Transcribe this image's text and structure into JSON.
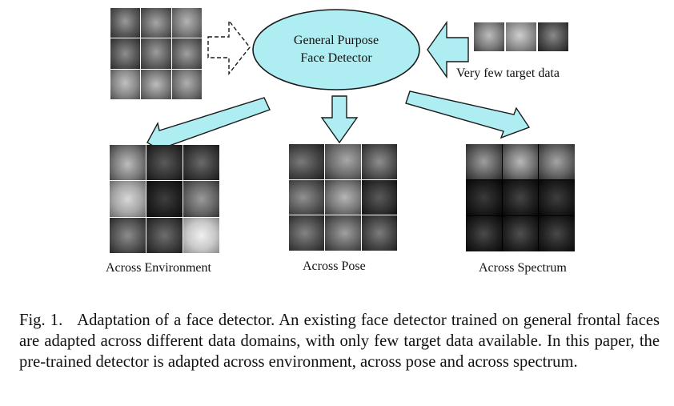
{
  "figure": {
    "center_node": {
      "line1": "General Purpose",
      "line2": "Face Detector"
    },
    "target_label": "Very few target data",
    "outputs": [
      {
        "label": "Across Environment"
      },
      {
        "label": "Across Pose"
      },
      {
        "label": "Across Spectrum"
      }
    ],
    "colors": {
      "ellipse_fill": "#aeeef2",
      "arrow_fill": "#aeeef2",
      "outline": "#1a1a1a"
    }
  },
  "caption": {
    "prefix": "Fig. 1.",
    "text": "Adaptation of a face detector. An existing face detector trained on general frontal faces are adapted across different data domains, with only few target data available. In this paper, the pre-trained detector is adapted across environment, across pose and across spectrum."
  }
}
